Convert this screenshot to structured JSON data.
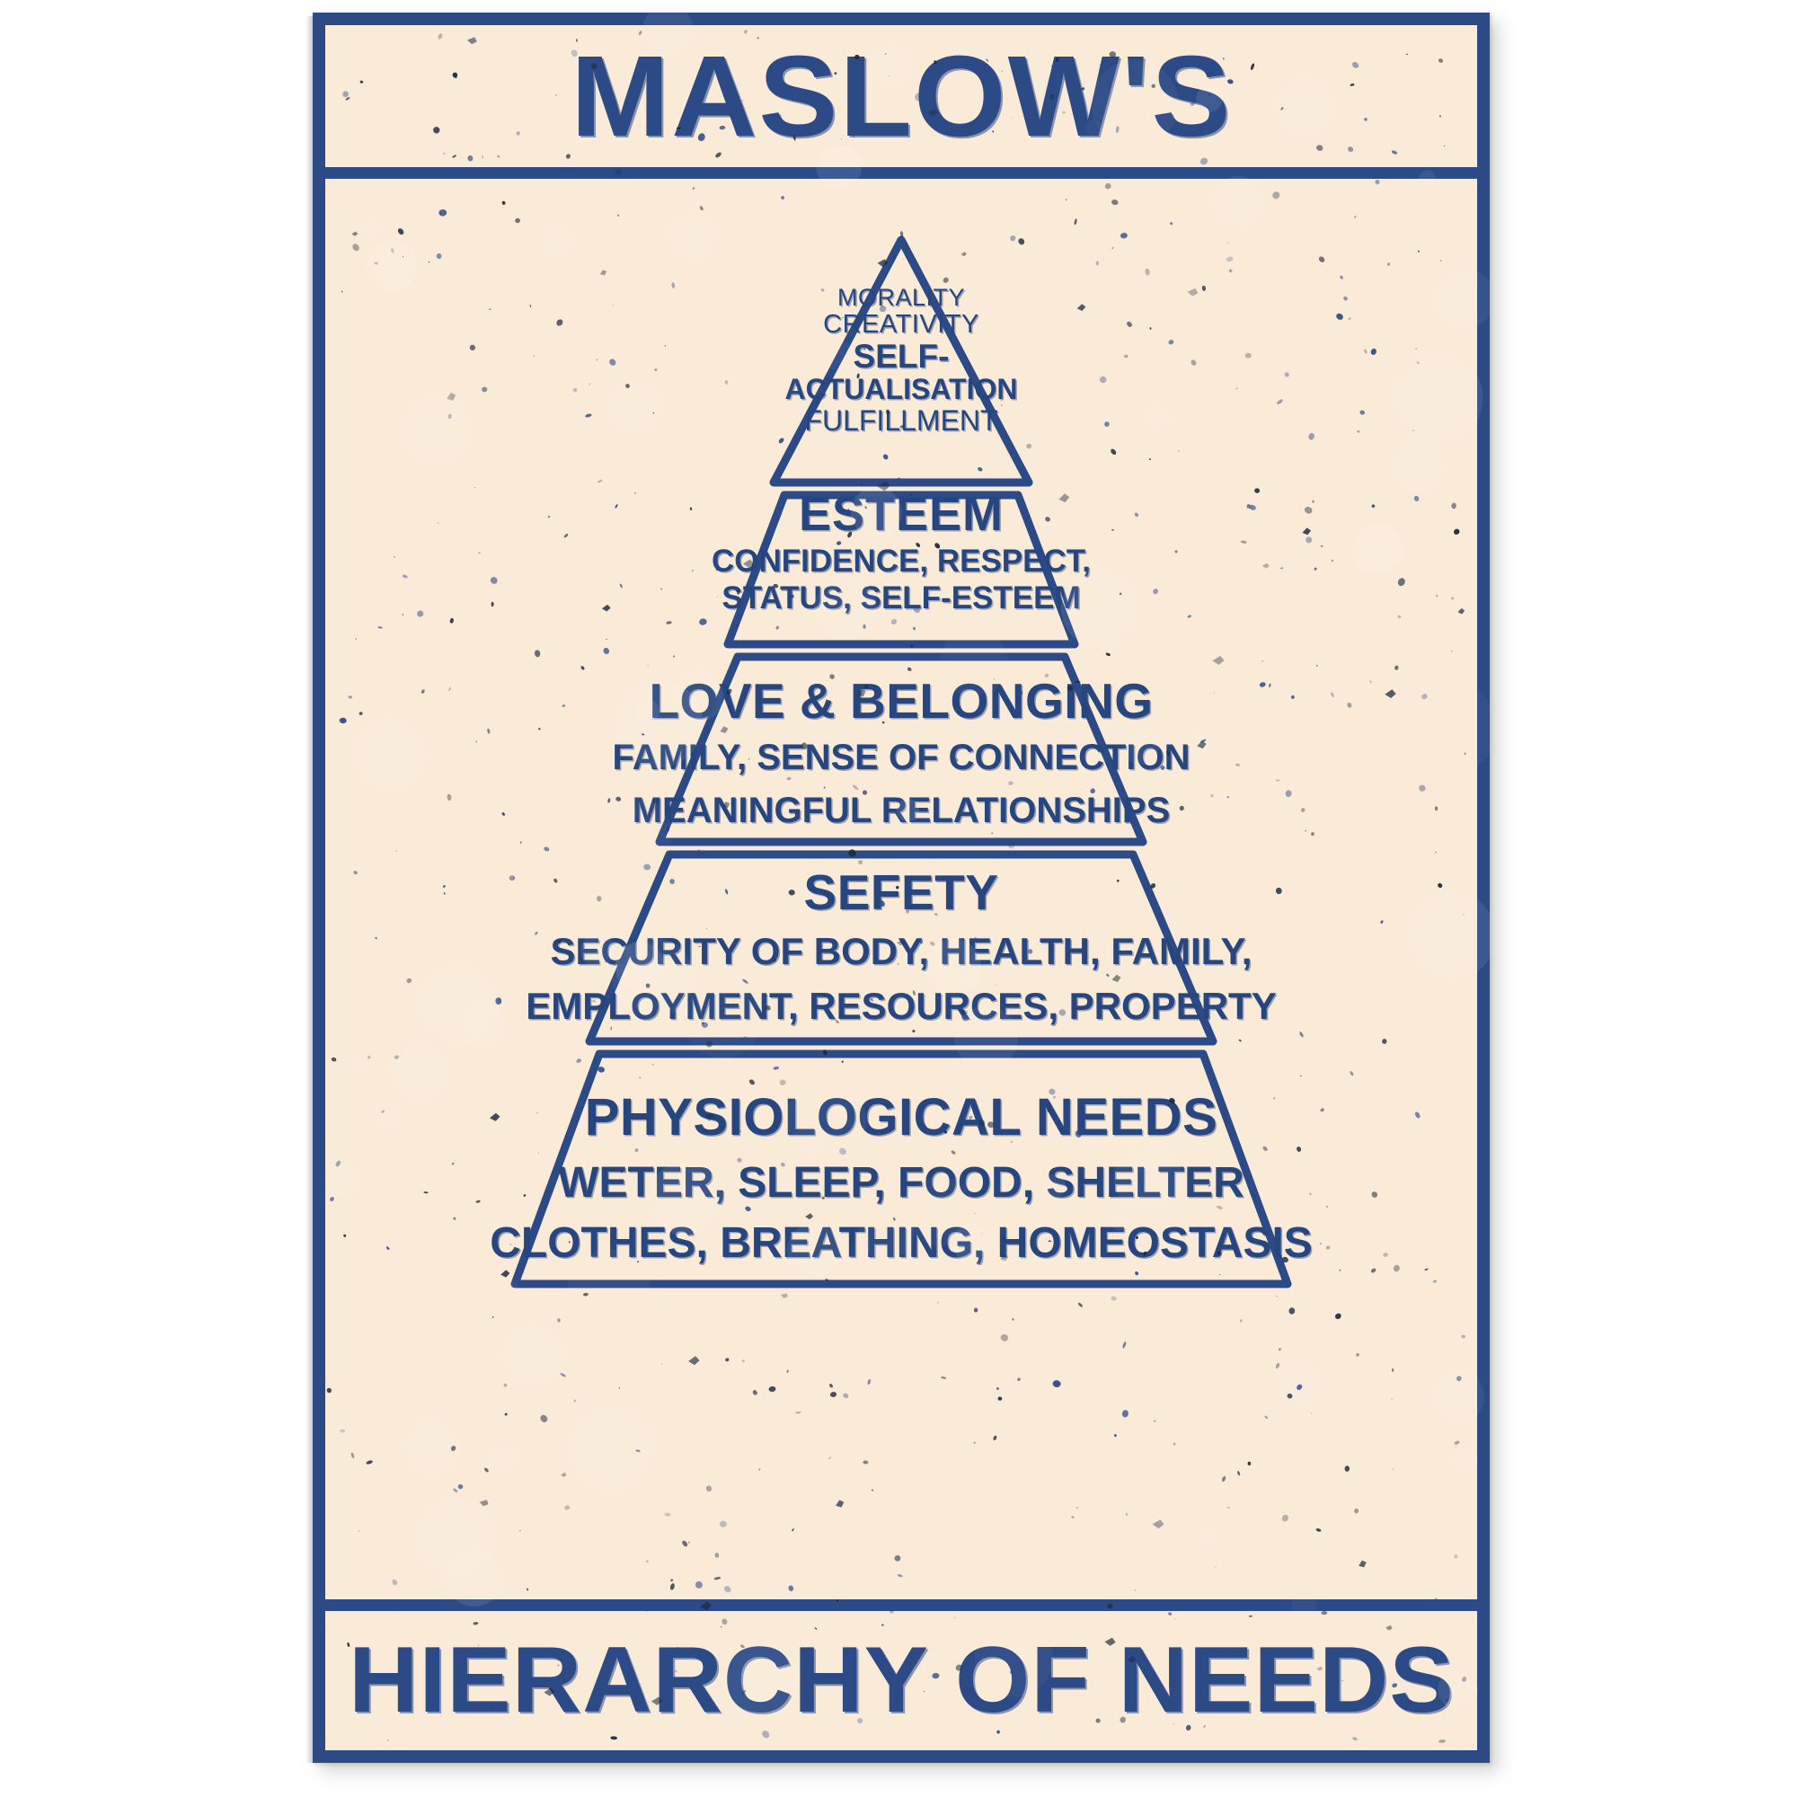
{
  "poster": {
    "header_title": "MASLOW'S",
    "footer_title": "HIERARCHY OF NEEDS",
    "colors": {
      "ink_blue": "#2c4a86",
      "text_blue": "#27467f",
      "paper_cream": "#faebd8",
      "background": "#ffffff"
    }
  },
  "diagram_data": {
    "type": "pyramid",
    "title": "MASLOW'S HIERARCHY OF NEEDS",
    "orientation": "apex-top",
    "level_count": 5,
    "levels": [
      {
        "rank": 1,
        "position": "top",
        "name": "SELF-ACTUALISATION",
        "lines": [
          "MORALITY",
          "CREATIVITY",
          "SELF-",
          "ACTUALISATION",
          "FULFILLMENT"
        ],
        "line_morality": "MORALITY",
        "line_creativity": "CREATIVITY",
        "line_self": "SELF-",
        "line_actualisation": "ACTUALISATION",
        "line_fulfillment": "FULFILLMENT"
      },
      {
        "rank": 2,
        "position": "second",
        "name": "ESTEEM",
        "sub_line_1": "CONFIDENCE, RESPECT,",
        "sub_line_2": "STATUS, SELF-ESTEEM"
      },
      {
        "rank": 3,
        "position": "middle",
        "name": "LOVE & BELONGING",
        "sub_line_1": "FAMILY, SENSE OF CONNECTION",
        "sub_line_2": "MEANINGFUL RELATIONSHIPS"
      },
      {
        "rank": 4,
        "position": "fourth",
        "name": "SEFETY",
        "sub_line_1": "SECURITY OF BODY, HEALTH, FAMILY,",
        "sub_line_2": "EMPLOYMENT, RESOURCES, PROPERTY"
      },
      {
        "rank": 5,
        "position": "base",
        "name": "PHYSIOLOGICAL NEEDS",
        "sub_line_1": "WETER, SLEEP, FOOD, SHELTER",
        "sub_line_2": "CLOTHES, BREATHING, HOMEOSTASIS"
      }
    ]
  }
}
